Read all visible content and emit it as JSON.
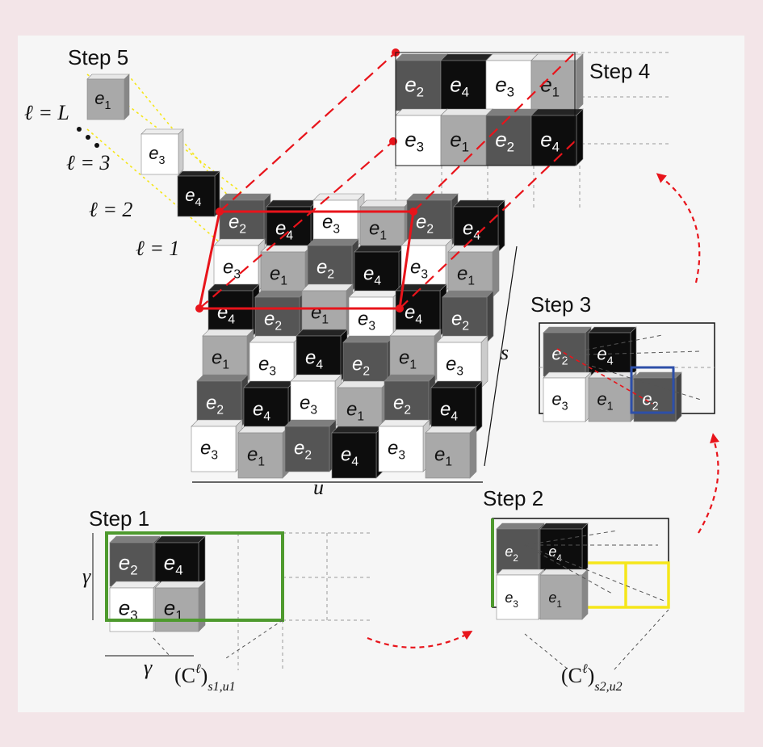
{
  "steps": {
    "s1": "Step 1",
    "s2": "Step 2",
    "s3": "Step 3",
    "s4": "Step 4",
    "s5": "Step 5"
  },
  "levels": {
    "L": "ℓ = L",
    "l3": "ℓ = 3",
    "l2": "ℓ = 2",
    "l1": "ℓ = 1"
  },
  "axes": {
    "u": "u",
    "s": "s",
    "gamma": "γ"
  },
  "c_labels": {
    "c1": {
      "base": "(C",
      "sup": "ℓ",
      "close": ")",
      "sub": "s1,u1"
    },
    "c2": {
      "base": "(C",
      "sup": "ℓ",
      "close": ")",
      "sub": "s2,u2"
    }
  },
  "colors": {
    "e1": "#a9a9a9",
    "e2": "#555555",
    "e3": "#ffffff",
    "e4": "#0d0d0d",
    "red": "#e8141b",
    "green": "#4e9a2e",
    "yellow": "#f5e61a",
    "blue": "#2d4fa8"
  },
  "main_grid": [
    [
      "e2",
      "e4",
      "e3",
      "e1",
      "e2",
      "e4"
    ],
    [
      "e3",
      "e1",
      "e2",
      "e4",
      "e3",
      "e1"
    ],
    [
      "e4",
      "e2",
      "e1",
      "e3",
      "e4",
      "e2"
    ],
    [
      "e1",
      "e3",
      "e4",
      "e2",
      "e1",
      "e3"
    ],
    [
      "e2",
      "e4",
      "e3",
      "e1",
      "e2",
      "e4"
    ],
    [
      "e3",
      "e1",
      "e2",
      "e4",
      "e3",
      "e1"
    ]
  ],
  "step5_cubes": [
    "e1",
    "e3",
    "e4"
  ],
  "step4_grid": [
    [
      "e2",
      "e4",
      "e3",
      "e1"
    ],
    [
      "e3",
      "e1",
      "e2",
      "e4"
    ]
  ],
  "step3_grid": [
    [
      "e2",
      "e4"
    ],
    [
      "e3",
      "e1",
      "e2"
    ]
  ],
  "step2_grid": [
    [
      "e2",
      "e4"
    ],
    [
      "e3",
      "e1"
    ]
  ],
  "step1_grid": [
    [
      "e2",
      "e4"
    ],
    [
      "e3",
      "e1"
    ]
  ]
}
